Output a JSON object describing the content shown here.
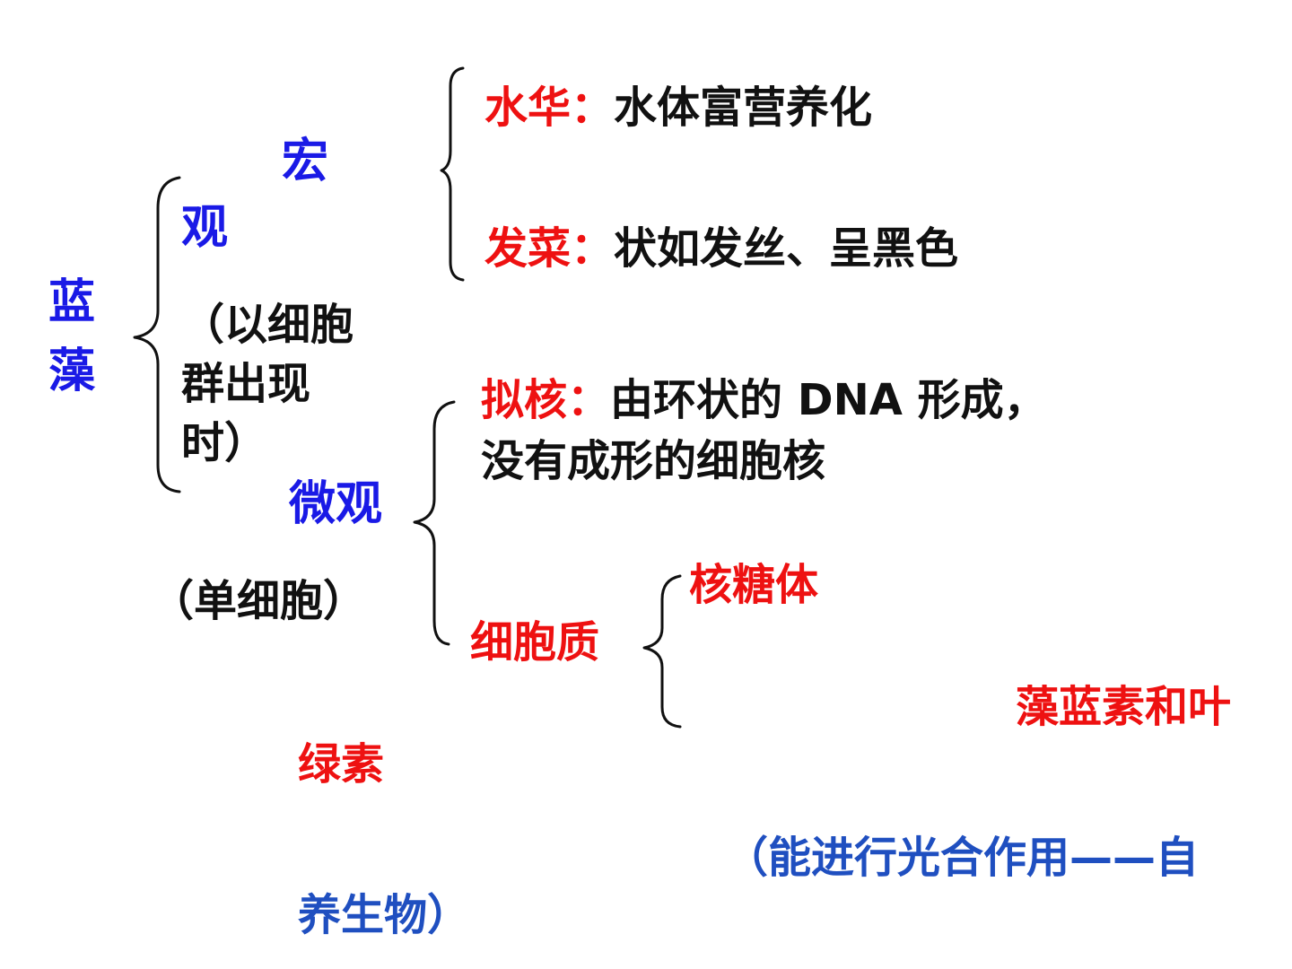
{
  "root": {
    "line1": "蓝",
    "line2": "藻"
  },
  "macro": {
    "title1": "宏",
    "title2": "观",
    "note1": "（以细胞",
    "note2": "群出现",
    "note3": "时）",
    "items": [
      {
        "term": "水华：",
        "desc": "水体富营养化"
      },
      {
        "term": "发菜：",
        "desc": "状如发丝、呈黑色"
      }
    ]
  },
  "micro": {
    "title": "微观",
    "note": "（单细胞）",
    "nucleoid": {
      "term": "拟核：",
      "desc_line1": "由环状的 DNA 形成，",
      "desc_line2": "没有成形的细胞核"
    },
    "cytoplasm": {
      "term": "细胞质",
      "ribosome": "核糖体",
      "pigment_part1": "藻蓝素和叶",
      "pigment_part2": "绿素",
      "function_part1": "（能进行光合作用——自",
      "function_part2": "养生物）"
    }
  },
  "colors": {
    "root_title": "#1a1ae6",
    "term": "#ee1111",
    "desc": "#111111",
    "function_note": "#1f4fc0"
  }
}
